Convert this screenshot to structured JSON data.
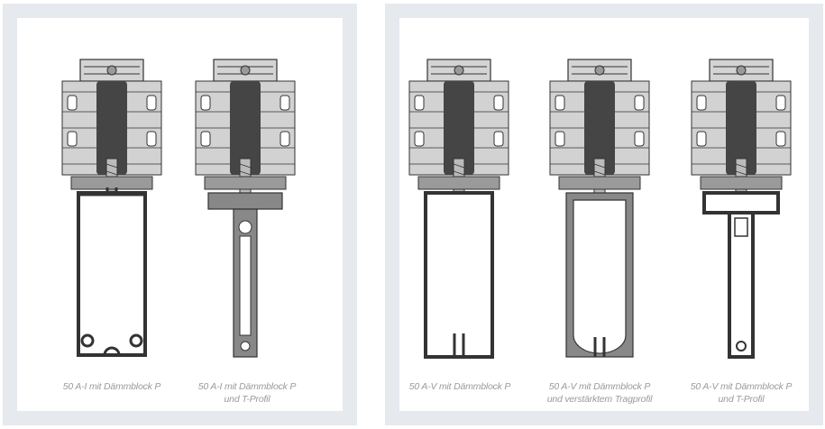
{
  "colors": {
    "panel_bg": "#e6e9ee",
    "card_bg": "#ffffff",
    "profile_fill": "#cfcfcf",
    "profile_stroke": "#333333",
    "insulation_block": "#454545",
    "caption_text": "#9a9a9a"
  },
  "left_panel": {
    "captions": [
      {
        "line1": "50 A-I mit Dämmblock P",
        "line2": ""
      },
      {
        "line1": "50 A-I mit Dämmblock P",
        "line2": "und T-Profil"
      }
    ]
  },
  "right_panel": {
    "captions": [
      {
        "line1": "50 A-V mit Dämmblock P",
        "line2": ""
      },
      {
        "line1": "50 A-V mit Dämmblock P",
        "line2": "und verstärktem Tragprofil"
      },
      {
        "line1": "50 A-V mit Dämmblock P",
        "line2": "und T-Profil"
      }
    ]
  }
}
